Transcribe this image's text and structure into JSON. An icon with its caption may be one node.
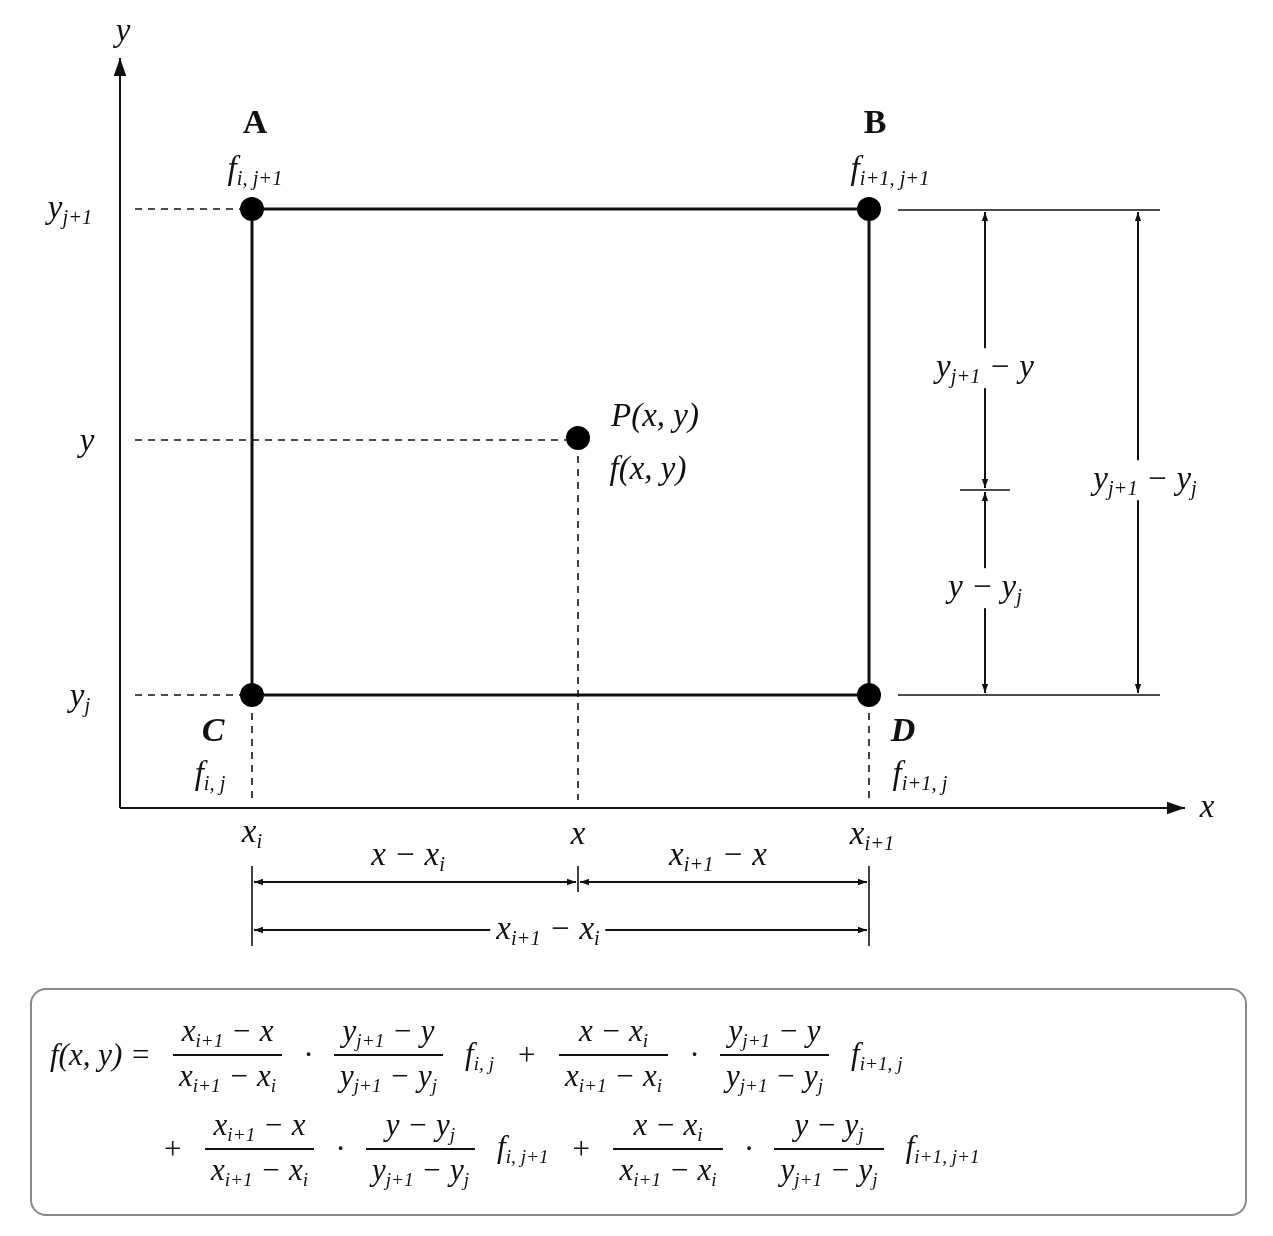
{
  "diagram": {
    "nodes": [
      {
        "text": [],
        "shape": "circle",
        "beside": [
          "A",
          "f$_{i, j+1}$"
        ]
      },
      {
        "text": [],
        "shape": "circle",
        "beside": [
          "B",
          "f$_{i+1, j+1}$"
        ]
      },
      {
        "text": [],
        "shape": "circle",
        "beside": [
          "C",
          "f$_{i, j}$"
        ]
      },
      {
        "text": [],
        "shape": "circle",
        "beside": [
          "D",
          "f$_{i+1, j}$"
        ]
      },
      {
        "text": [],
        "shape": "circle",
        "beside": [
          "P(x, y)",
          "f(x, y)"
        ]
      },
      {
        "text": [
          "f(x, y) =",
          "x$_{i+1}$ − x",
          "x$_{i+1}$ − x$_{i}$",
          "·",
          "y$_{j+1}$ − y",
          "y$_{j+1}$ − y$_{j}$",
          "f$_{i, j}$",
          "+",
          "x − x$_{i}$",
          "x$_{i+1}$ − x$_{i}$",
          "·",
          "y$_{j+1}$ − y",
          "y$_{j+1}$ − y$_{j}$",
          "f$_{i+1, j}$",
          "+",
          "x$_{i+1}$ − x",
          "x$_{i+1}$ − x$_{i}$",
          "·",
          "y − y$_{j}$",
          "y$_{j+1}$ − y$_{j}$",
          "f$_{i, j+1}$",
          "+",
          "x − x$_{i}$",
          "x$_{i+1}$ − x$_{i}$",
          "·",
          "y − y$_{j}$",
          "y$_{j+1}$ − y$_{j}$",
          "f$_{i+1, j+1}$"
        ]
      }
    ],
    "edges": [
      {
        "from": 0,
        "to": 1,
        "arrow": "none"
      },
      {
        "from": 1,
        "to": 3,
        "arrow": "none"
      },
      {
        "from": 3,
        "to": 2,
        "arrow": "none"
      },
      {
        "from": 2,
        "to": 0,
        "arrow": "none"
      }
    ],
    "labels": [
      "y",
      "y$_{j+1}$",
      "y",
      "y$_{j+1}$ − y",
      "y$_{j+1}$ − y$_{j}$",
      "y − y$_{j}$",
      "y$_{j}$",
      "x",
      "x$_{i}$",
      "x",
      "x$_{i+1}$",
      "x − x$_{i}$",
      "x$_{i+1}$ − x",
      "x$_{i+1}$ − x$_{i}$"
    ]
  }
}
